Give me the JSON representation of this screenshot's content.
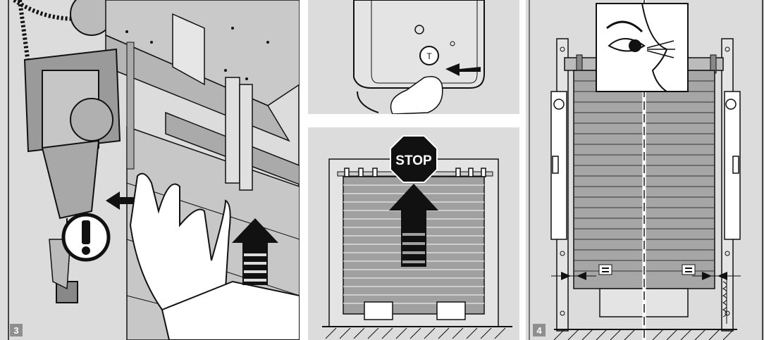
{
  "steps": {
    "step_3": "3",
    "step_4": "4"
  },
  "stop_sign": "STOP",
  "colors": {
    "background_tint": "#dcdcdc",
    "line": "#111111",
    "badge": "#8f8f8f"
  },
  "icons": [
    "warning-icon",
    "eye-icon",
    "stop-sign-icon",
    "up-arrow-icon",
    "push-arrow-icon",
    "equal-gap-icon"
  ]
}
